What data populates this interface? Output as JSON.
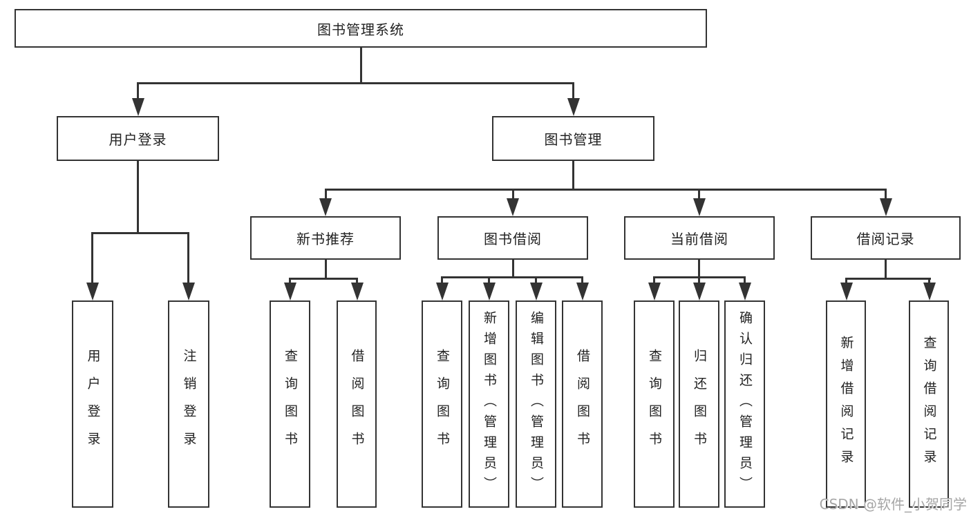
{
  "nodes": {
    "root": "图书管理系统",
    "userLogin": "用户登录",
    "bookMgmt": "图书管理",
    "newBook": "新书推荐",
    "bookBorrow": "图书借阅",
    "currentBorrow": "当前借阅",
    "borrowRecord": "借阅记录"
  },
  "leaves": {
    "userLogin": [
      "用户登录",
      "注销登录"
    ],
    "newBook": [
      "查询图书",
      "借阅图书"
    ],
    "bookBorrow": [
      "查询图书",
      "新增图书（管理员）",
      "编辑图书（管理员）",
      "借阅图书"
    ],
    "currentBorrow": [
      "查询图书",
      "归还图书",
      "确认归还（管理员）"
    ],
    "borrowRecord": [
      "新增借阅记录",
      "查询借阅记录"
    ]
  },
  "watermark": {
    "text": "CSDN @软件_小贺同学"
  },
  "colors": {
    "line": "#333333",
    "text": "#222222",
    "background": "#ffffff",
    "watermark": "#a6a6a6"
  }
}
